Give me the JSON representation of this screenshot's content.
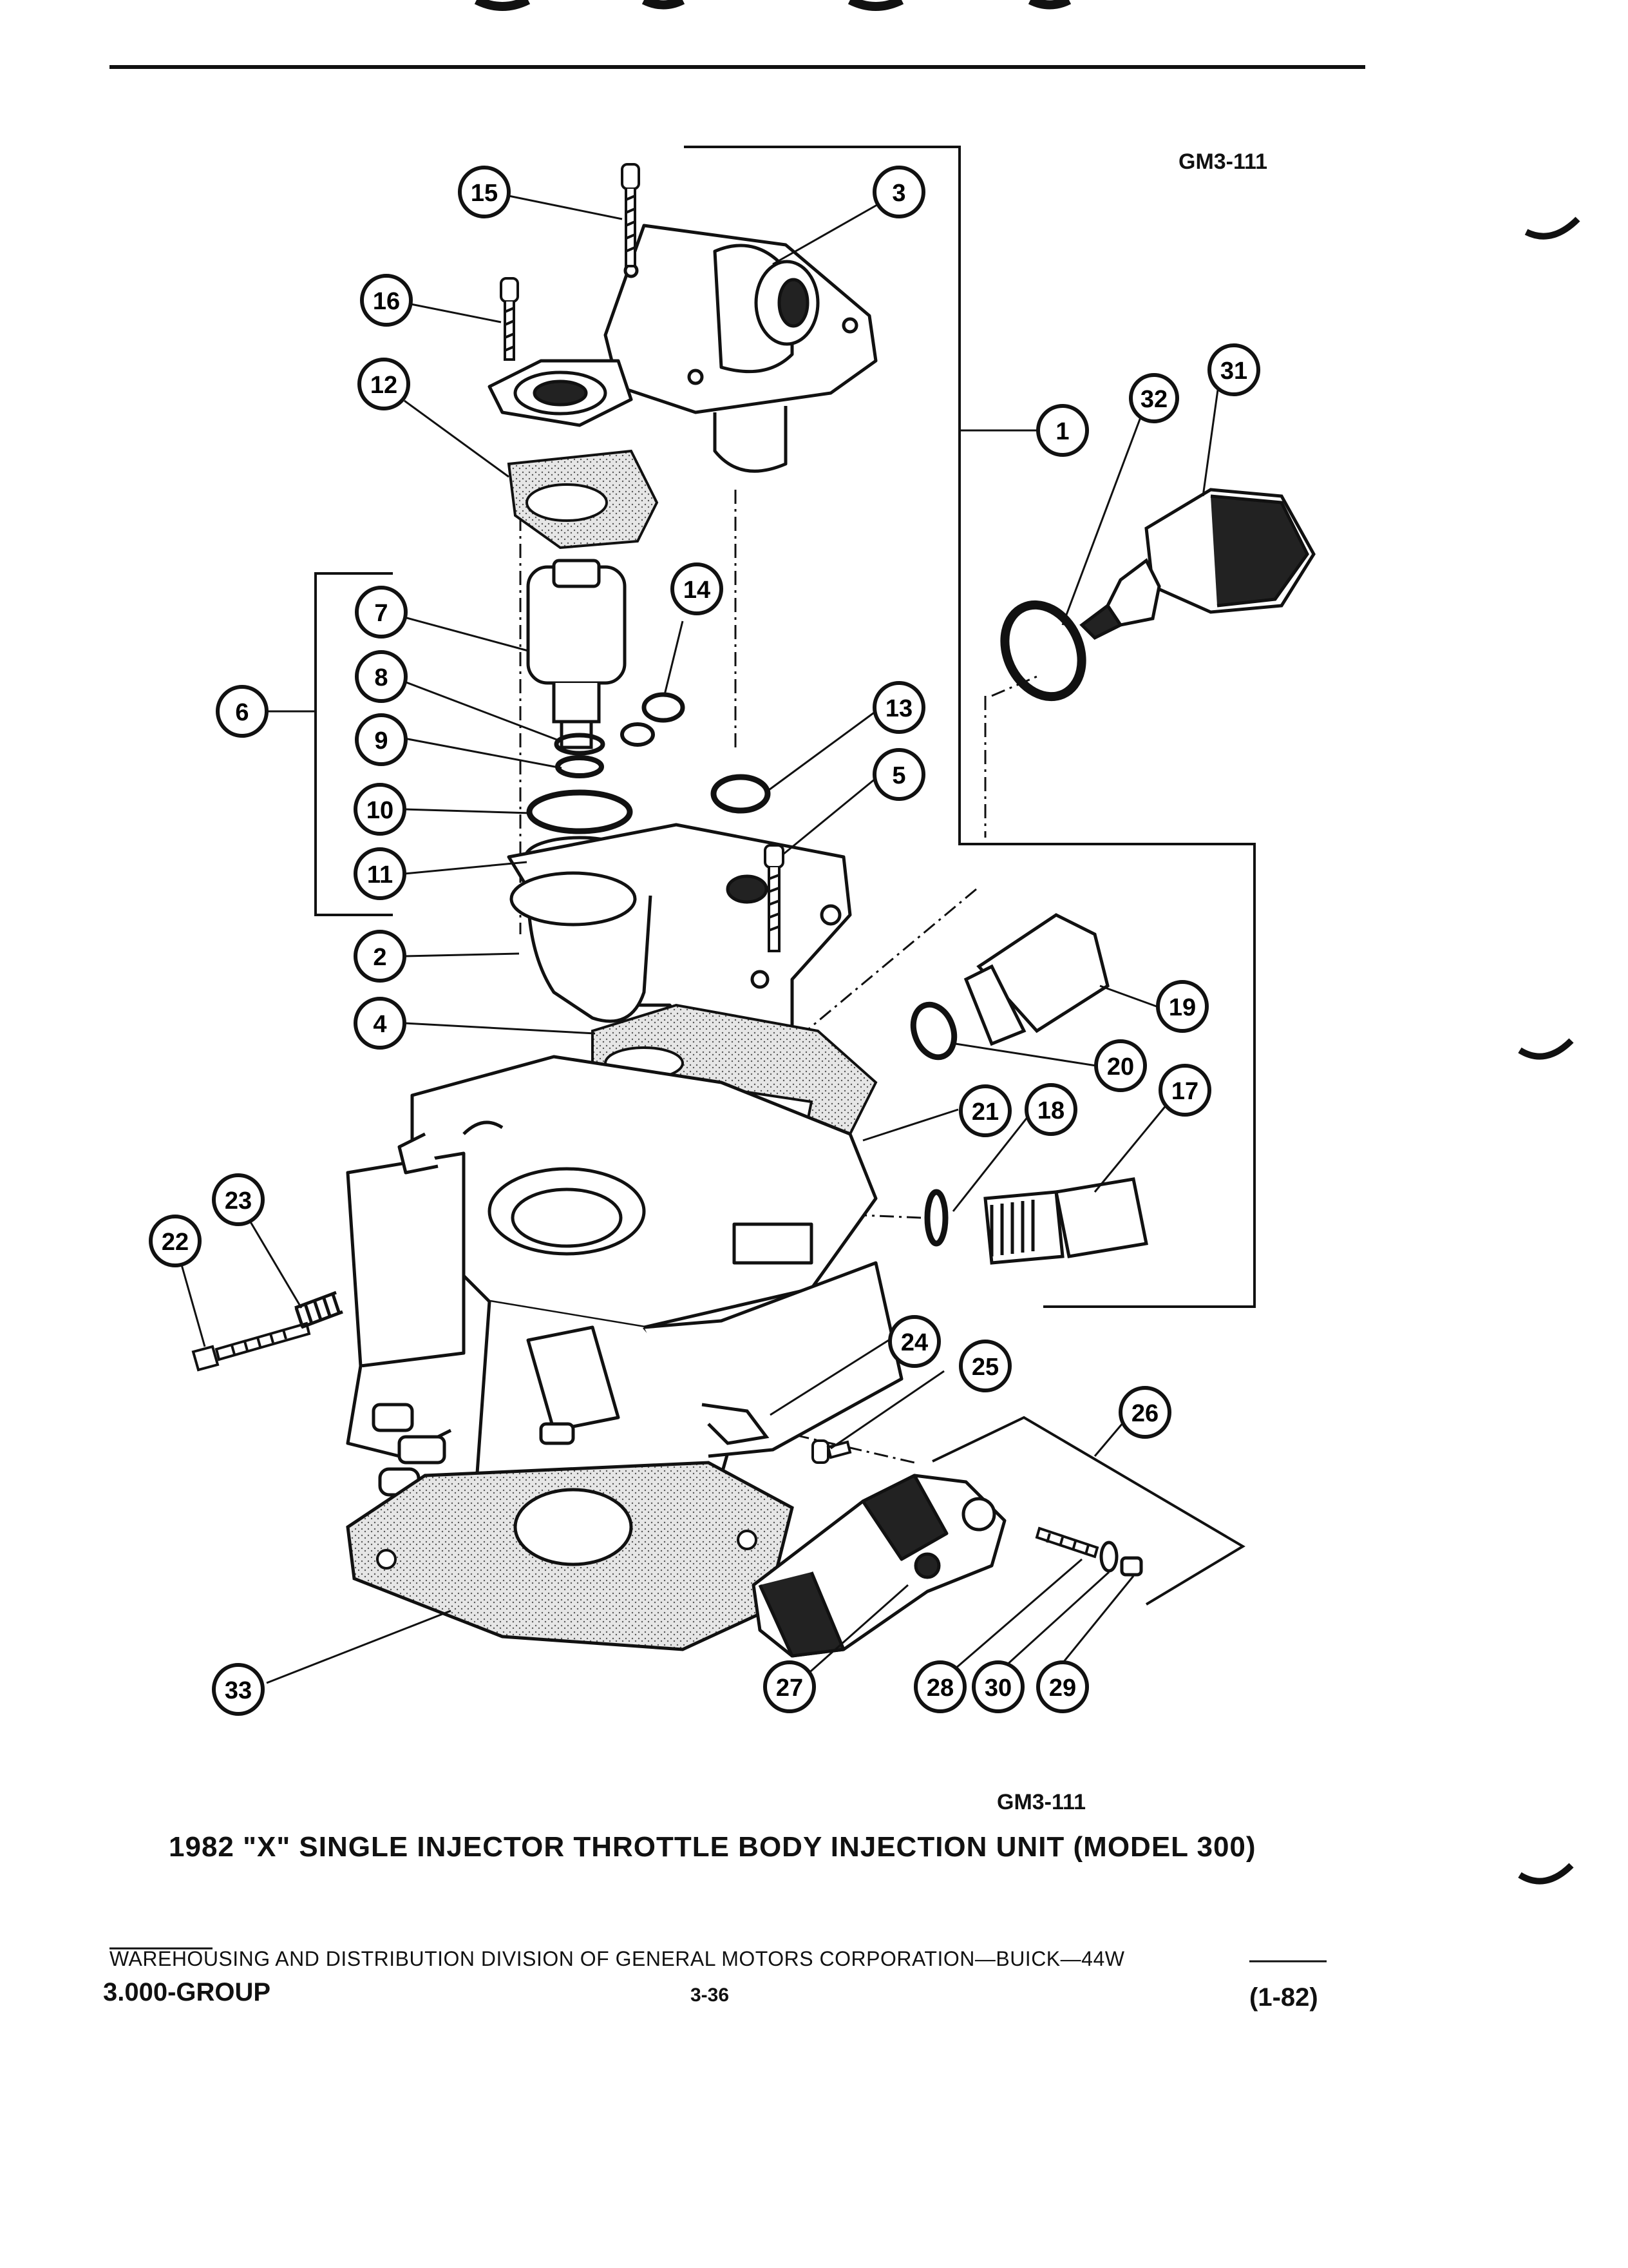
{
  "figure_code_top": "GM3-111",
  "figure_code_bottom": "GM3-111",
  "caption": "1982 \"X\" SINGLE INJECTOR THROTTLE BODY INJECTION UNIT (MODEL 300)",
  "footer": {
    "publisher_line": "WAREHOUSING AND DISTRIBUTION  DIVISION OF GENERAL MOTORS CORPORATION—BUICK—44W",
    "group": "3.000-GROUP",
    "page": "3-36",
    "date": "(1-82)"
  },
  "callouts": [
    "1",
    "2",
    "3",
    "4",
    "5",
    "6",
    "7",
    "8",
    "9",
    "10",
    "11",
    "12",
    "13",
    "14",
    "15",
    "16",
    "17",
    "18",
    "19",
    "20",
    "21",
    "22",
    "23",
    "24",
    "25",
    "26",
    "27",
    "28",
    "29",
    "30",
    "31",
    "32",
    "33"
  ]
}
